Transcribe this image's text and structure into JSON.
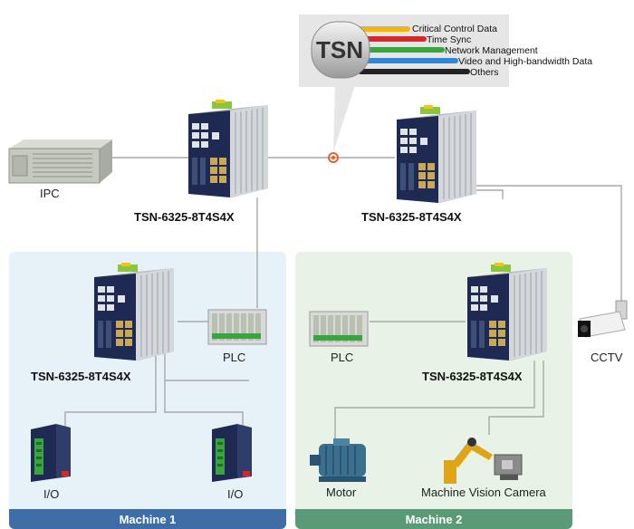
{
  "legend": {
    "logo_text": "TSN",
    "items": [
      {
        "label": "Critical Control Data",
        "color": "#f2b21b"
      },
      {
        "label": "Time Sync",
        "color": "#d42a2a"
      },
      {
        "label": "Network Management",
        "color": "#3aa441"
      },
      {
        "label": "Video and High-bandwidth Data",
        "color": "#2f86d6"
      },
      {
        "label": "Others",
        "color": "#222222"
      }
    ]
  },
  "devices": {
    "ipc": {
      "label": "IPC"
    },
    "switch_top_left": {
      "label": "TSN-6325-8T4S4X"
    },
    "switch_top_right": {
      "label": "TSN-6325-8T4S4X"
    },
    "switch_machine1": {
      "label": "TSN-6325-8T4S4X"
    },
    "switch_machine2": {
      "label": "TSN-6325-8T4S4X"
    },
    "plc_machine1": {
      "label": "PLC"
    },
    "plc_machine2": {
      "label": "PLC"
    },
    "io_left": {
      "label": "I/O"
    },
    "io_right": {
      "label": "I/O"
    },
    "motor": {
      "label": "Motor"
    },
    "camera": {
      "label": "Machine Vision Camera"
    },
    "cctv": {
      "label": "CCTV"
    }
  },
  "zones": {
    "machine1": {
      "title": "Machine 1",
      "bg": "#e6f1f8",
      "footer": "#3f6ea6"
    },
    "machine2": {
      "title": "Machine 2",
      "bg": "#e8f2e6",
      "footer": "#5b9a76"
    }
  }
}
